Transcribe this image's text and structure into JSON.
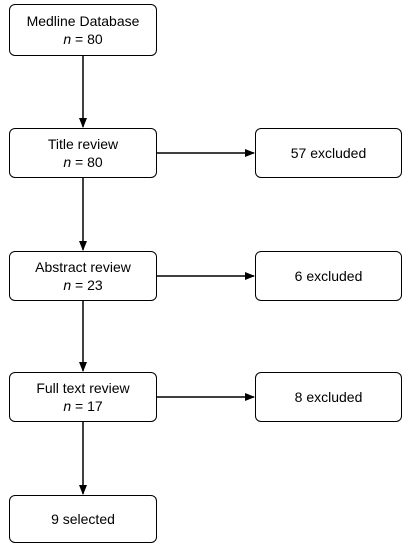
{
  "diagram": {
    "nodes": {
      "medline": {
        "label": "Medline Database",
        "n_symbol": "n",
        "n_value": " = 80"
      },
      "title": {
        "label": "Title review",
        "n_symbol": "n",
        "n_value": " = 80"
      },
      "abstract": {
        "label": "Abstract review",
        "n_symbol": "n",
        "n_value": " = 23"
      },
      "fulltext": {
        "label": "Full text review",
        "n_symbol": "n",
        "n_value": " = 17"
      },
      "selected": {
        "label": "9 selected"
      }
    },
    "exclusions": {
      "title": {
        "label": "57 excluded"
      },
      "abstract": {
        "label": "6 excluded"
      },
      "fulltext": {
        "label": "8 excluded"
      }
    },
    "edges": [
      {
        "from": "medline",
        "to": "title"
      },
      {
        "from": "title",
        "to": "abstract"
      },
      {
        "from": "abstract",
        "to": "fulltext"
      },
      {
        "from": "fulltext",
        "to": "selected"
      },
      {
        "from": "title",
        "to": "excl-title"
      },
      {
        "from": "abstract",
        "to": "excl-abstract"
      },
      {
        "from": "fulltext",
        "to": "excl-fulltext"
      }
    ],
    "colors": {
      "stroke": "#000000",
      "fill": "#ffffff",
      "text": "#000000"
    }
  }
}
